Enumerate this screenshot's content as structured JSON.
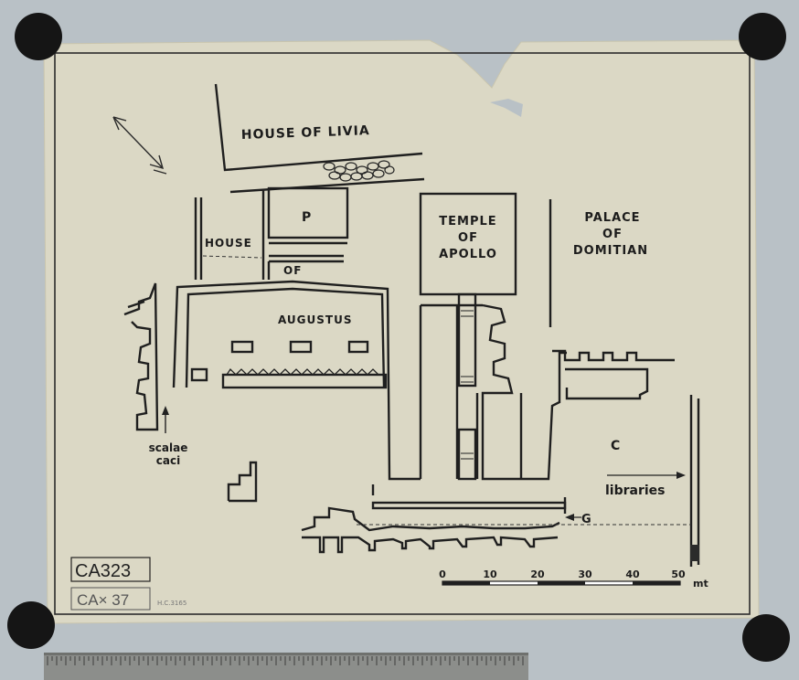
{
  "labels": {
    "house_of_livia": "HOUSE OF LIVIA",
    "p": "P",
    "house": "HOUSE",
    "of": "OF",
    "augustus": "AUGUSTUS",
    "temple_line1": "TEMPLE",
    "temple_line2": "OF",
    "temple_line3": "APOLLO",
    "palace_line1": "PALACE",
    "palace_line2": "OF",
    "palace_line3": "DOMITIAN",
    "scalae_line1": "scalae",
    "scalae_line2": "caci",
    "c": "C",
    "libraries": "libraries",
    "g": "G"
  },
  "scale_bar": {
    "ticks": [
      "0",
      "10",
      "20",
      "30",
      "40",
      "50"
    ],
    "unit": "mt"
  },
  "catalogue": {
    "primary": "CA323",
    "secondary": "CA× 37",
    "note": "H.C.3165"
  },
  "colors": {
    "paper": "#d9d7c4",
    "ink": "#1f1f1f",
    "background": "#b9c1c6",
    "pin": "#151515"
  }
}
